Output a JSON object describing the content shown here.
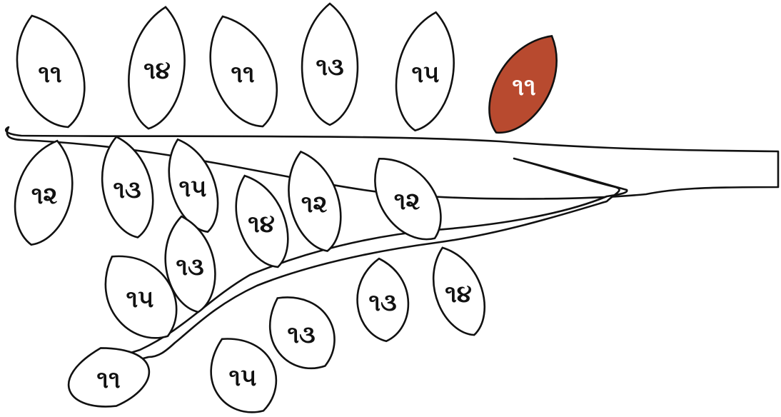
{
  "colors": {
    "outline": "#111111",
    "highlight_leaf": "#b84a2f",
    "background": "#ffffff"
  },
  "leaves": [
    {
      "label": "૧૧",
      "highlighted": false
    },
    {
      "label": "૧૪",
      "highlighted": false
    },
    {
      "label": "૧૧",
      "highlighted": false
    },
    {
      "label": "૧૩",
      "highlighted": false
    },
    {
      "label": "૧૫",
      "highlighted": false
    },
    {
      "label": "૧૧",
      "highlighted": true
    },
    {
      "label": "૧૨",
      "highlighted": false
    },
    {
      "label": "૧૩",
      "highlighted": false
    },
    {
      "label": "૧૫",
      "highlighted": false
    },
    {
      "label": "૧૪",
      "highlighted": false
    },
    {
      "label": "૧૨",
      "highlighted": false
    },
    {
      "label": "૧૨",
      "highlighted": false
    },
    {
      "label": "૧૩",
      "highlighted": false
    },
    {
      "label": "૧૫",
      "highlighted": false
    },
    {
      "label": "૧૩",
      "highlighted": false
    },
    {
      "label": "૧૪",
      "highlighted": false
    },
    {
      "label": "૧૩",
      "highlighted": false
    },
    {
      "label": "૧૧",
      "highlighted": false
    },
    {
      "label": "૧૫",
      "highlighted": false
    }
  ]
}
